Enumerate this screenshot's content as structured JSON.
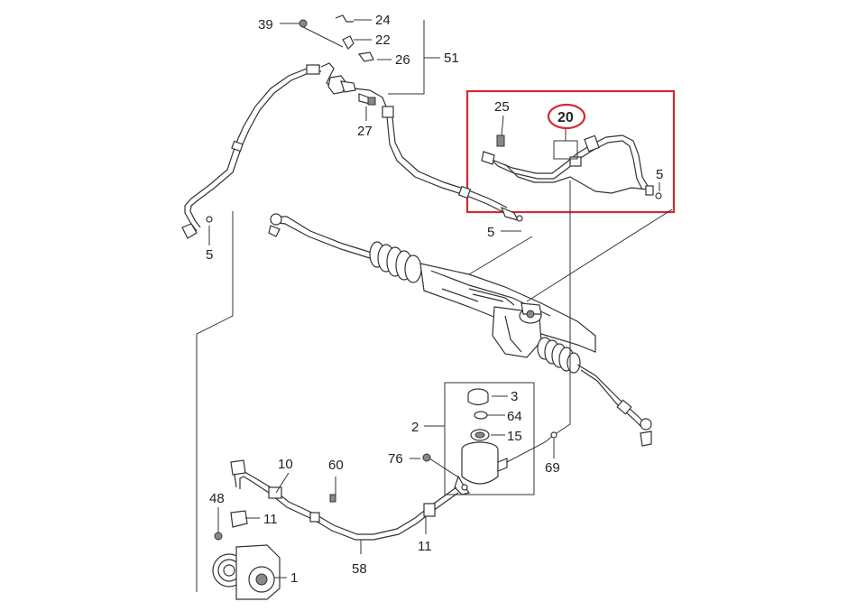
{
  "highlight": {
    "box_color": "#d42a35",
    "circle_color": "#d42a35",
    "target_label": "20"
  },
  "callouts": {
    "c39": "39",
    "c24": "24",
    "c22": "22",
    "c26": "26",
    "c51": "51",
    "c27": "27",
    "c25": "25",
    "c20": "20",
    "c5a": "5",
    "c5b": "5",
    "c5c": "5",
    "c3": "3",
    "c64": "64",
    "c15": "15",
    "c2": "2",
    "c76": "76",
    "c69": "69",
    "c10": "10",
    "c60": "60",
    "c48": "48",
    "c11a": "11",
    "c11b": "11",
    "c58": "58",
    "c1": "1"
  }
}
